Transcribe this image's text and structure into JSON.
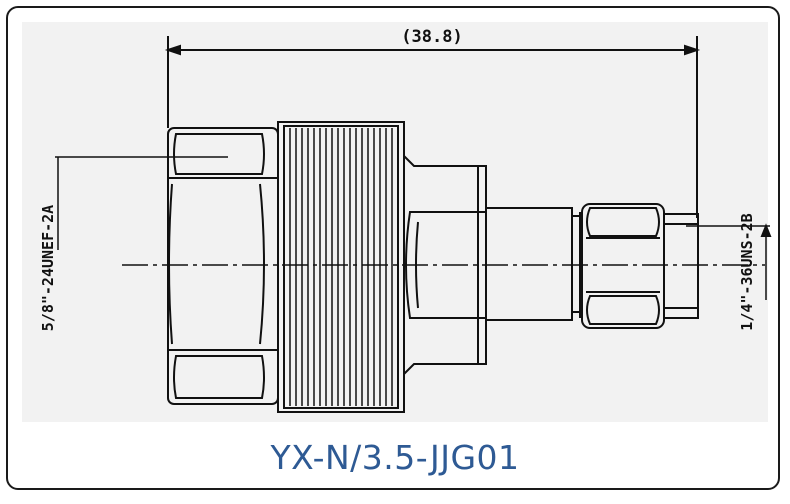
{
  "drawing": {
    "overall_length": "(38.8)",
    "left_thread": "5/8\"-24UNEF-2A",
    "right_thread": "1/4\"-36UNS-2B"
  },
  "colors": {
    "line": "#111111",
    "label": "#2e5a94",
    "background": "#f2f2f2"
  },
  "product": {
    "model": "YX-N/3.5-JJG01"
  }
}
